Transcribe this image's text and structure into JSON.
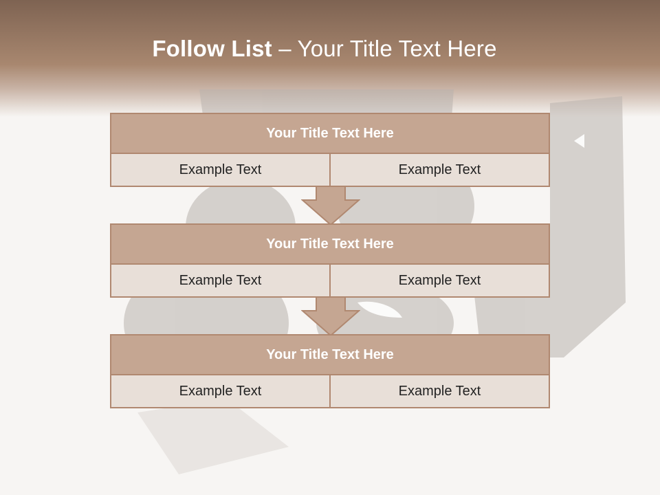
{
  "header": {
    "title_bold": "Follow List",
    "title_rest": " – Your Title Text Here"
  },
  "blocks": [
    {
      "title": "Your Title Text Here",
      "left": "Example Text",
      "right": "Example Text"
    },
    {
      "title": "Your Title Text Here",
      "left": "Example Text",
      "right": "Example Text"
    },
    {
      "title": "Your Title Text Here",
      "left": "Example Text",
      "right": "Example Text"
    }
  ],
  "colors": {
    "header_bg": "#a8876f",
    "block_head": "#c5a692",
    "block_body": "#e8dfd8",
    "border": "#b08870"
  },
  "icons": [
    "down-arrow-icon",
    "camera-background-image"
  ]
}
